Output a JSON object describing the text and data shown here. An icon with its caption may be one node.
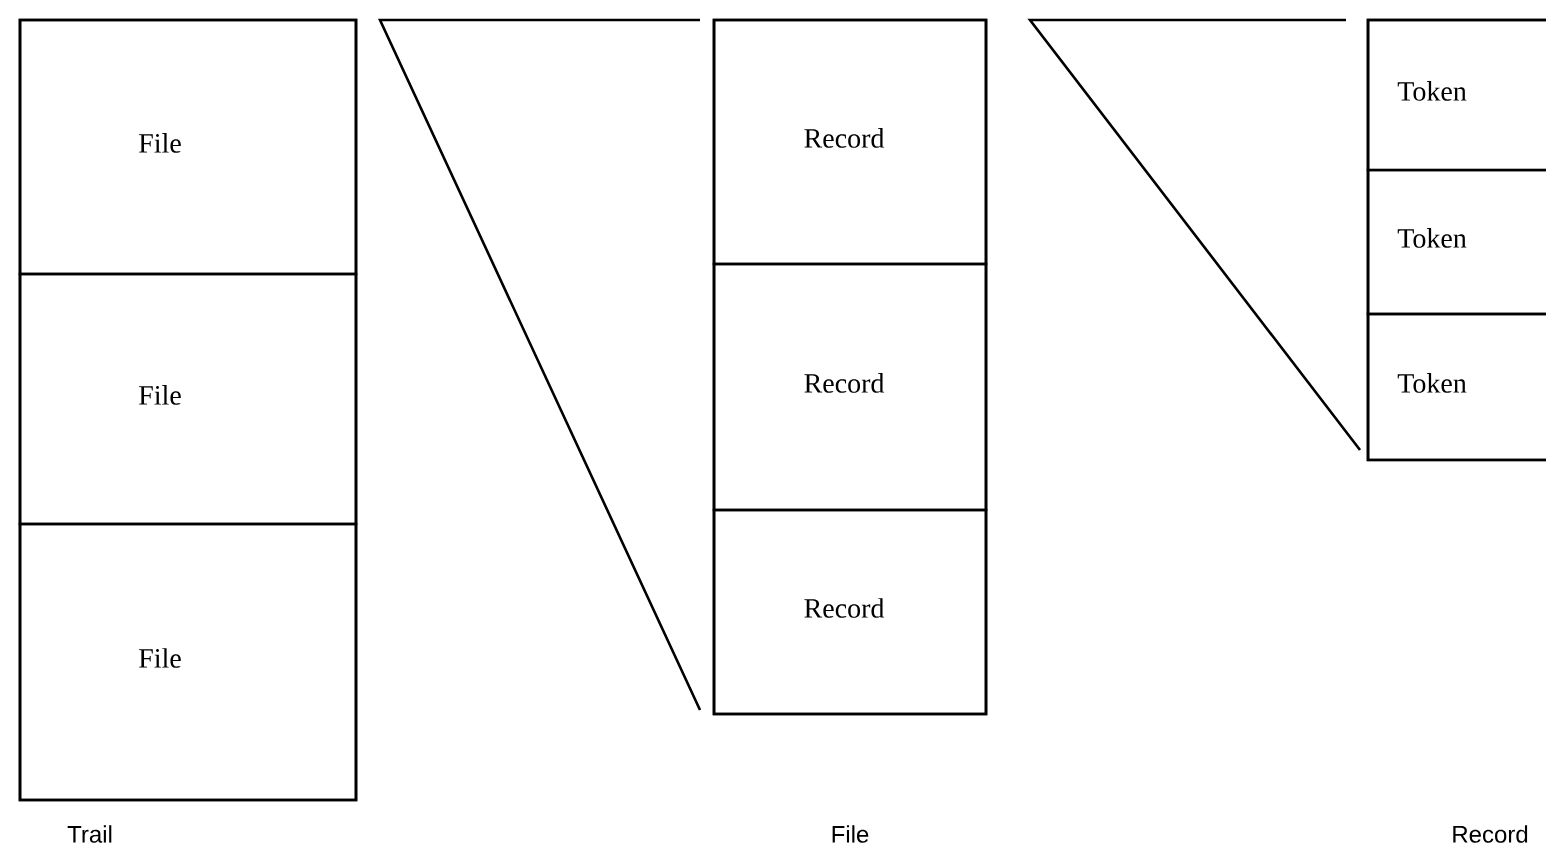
{
  "diagram": {
    "nodes": [
      {
        "text": [],
        "shape": "box"
      },
      {
        "text": [
          "File"
        ],
        "in": 0
      },
      {
        "text": [
          "File"
        ],
        "in": 0
      },
      {
        "text": [
          "File"
        ],
        "in": 0
      },
      {
        "text": [],
        "shape": "box"
      },
      {
        "text": [
          "Record"
        ],
        "in": 4
      },
      {
        "text": [
          "Record"
        ],
        "in": 4
      },
      {
        "text": [
          "Record"
        ],
        "in": 4
      },
      {
        "text": [],
        "shape": "box"
      },
      {
        "text": [
          "Token"
        ],
        "in": 8
      },
      {
        "text": [
          "Token"
        ],
        "in": 8
      },
      {
        "text": [
          "Token"
        ],
        "in": 8
      }
    ],
    "labels": [
      "Trail",
      "File",
      "Record"
    ]
  }
}
